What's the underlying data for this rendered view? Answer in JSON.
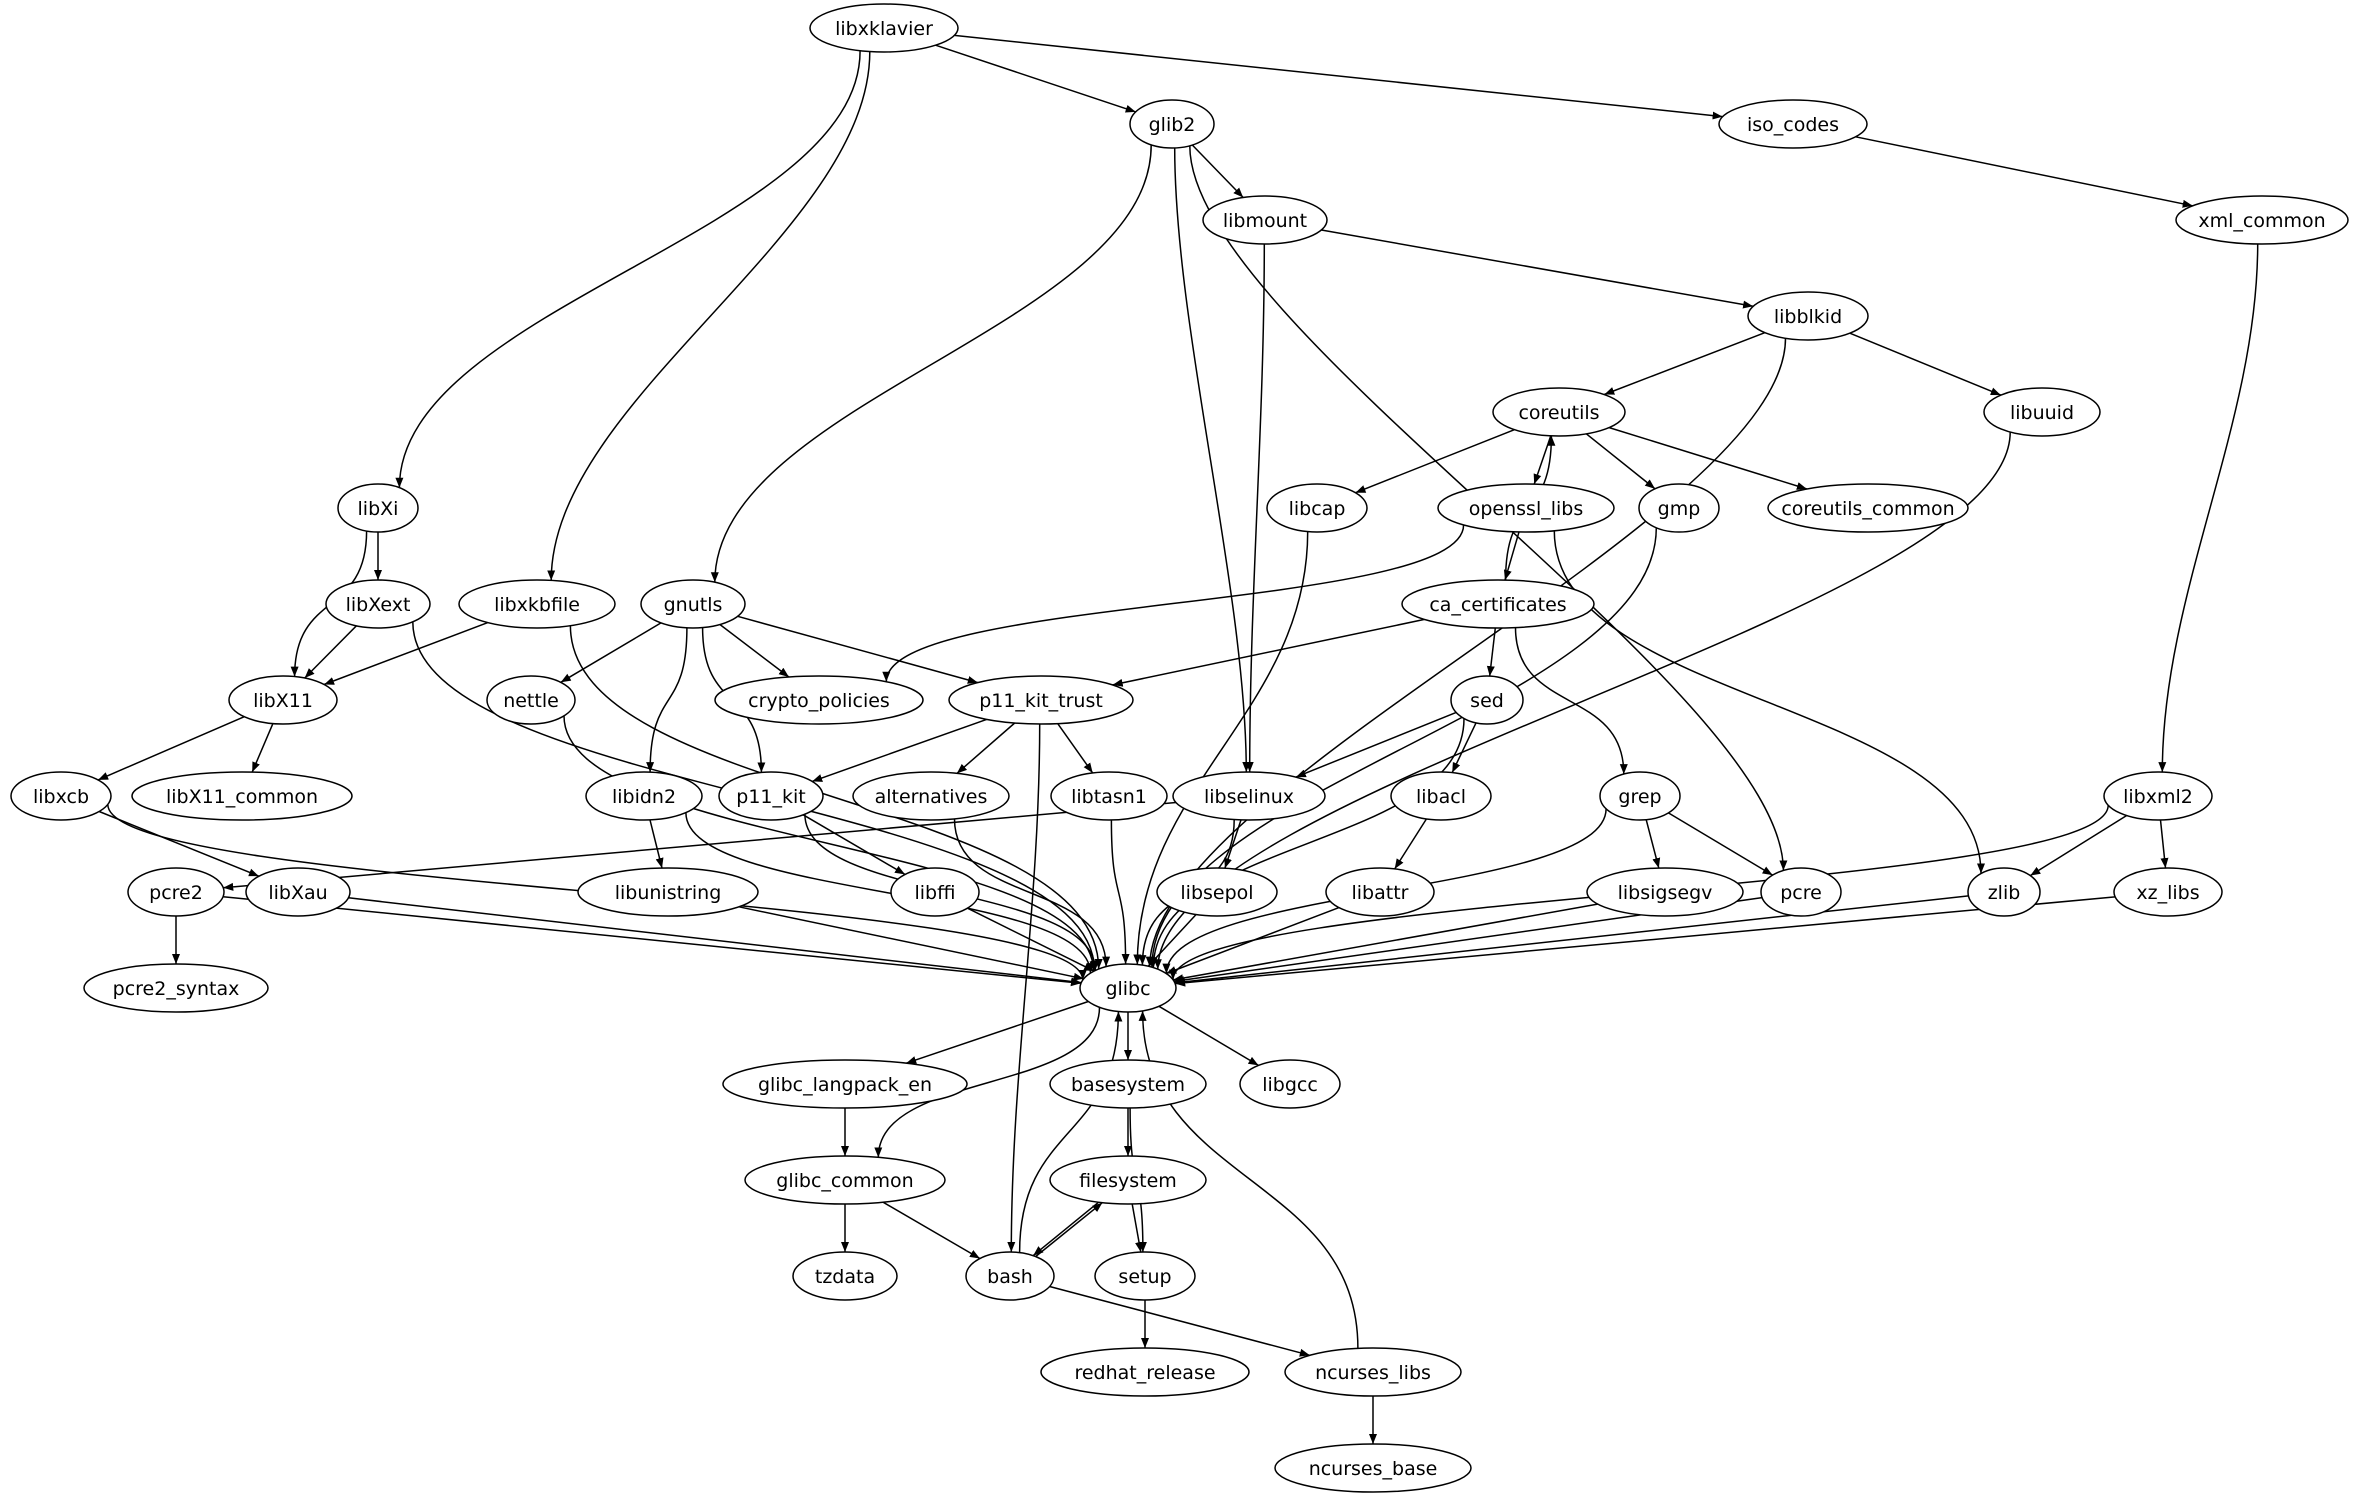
{
  "graph": {
    "nodes": [
      {
        "id": "libxklavier",
        "label": "libxklavier"
      },
      {
        "id": "glib2",
        "label": "glib2"
      },
      {
        "id": "iso_codes",
        "label": "iso_codes"
      },
      {
        "id": "libmount",
        "label": "libmount"
      },
      {
        "id": "xml_common",
        "label": "xml_common"
      },
      {
        "id": "libblkid",
        "label": "libblkid"
      },
      {
        "id": "coreutils",
        "label": "coreutils"
      },
      {
        "id": "libuuid",
        "label": "libuuid"
      },
      {
        "id": "libXi",
        "label": "libXi"
      },
      {
        "id": "libcap",
        "label": "libcap"
      },
      {
        "id": "openssl_libs",
        "label": "openssl_libs"
      },
      {
        "id": "gmp",
        "label": "gmp"
      },
      {
        "id": "coreutils_common",
        "label": "coreutils_common"
      },
      {
        "id": "libXext",
        "label": "libXext"
      },
      {
        "id": "libxkbfile",
        "label": "libxkbfile"
      },
      {
        "id": "gnutls",
        "label": "gnutls"
      },
      {
        "id": "ca_certificates",
        "label": "ca_certificates"
      },
      {
        "id": "libX11",
        "label": "libX11"
      },
      {
        "id": "nettle",
        "label": "nettle"
      },
      {
        "id": "crypto_policies",
        "label": "crypto_policies"
      },
      {
        "id": "p11_kit_trust",
        "label": "p11_kit_trust"
      },
      {
        "id": "sed",
        "label": "sed"
      },
      {
        "id": "libxcb",
        "label": "libxcb"
      },
      {
        "id": "libX11_common",
        "label": "libX11_common"
      },
      {
        "id": "libidn2",
        "label": "libidn2"
      },
      {
        "id": "p11_kit",
        "label": "p11_kit"
      },
      {
        "id": "alternatives",
        "label": "alternatives"
      },
      {
        "id": "libtasn1",
        "label": "libtasn1"
      },
      {
        "id": "libselinux",
        "label": "libselinux"
      },
      {
        "id": "libacl",
        "label": "libacl"
      },
      {
        "id": "grep",
        "label": "grep"
      },
      {
        "id": "libxml2",
        "label": "libxml2"
      },
      {
        "id": "pcre2",
        "label": "pcre2"
      },
      {
        "id": "libXau",
        "label": "libXau"
      },
      {
        "id": "libunistring",
        "label": "libunistring"
      },
      {
        "id": "libffi",
        "label": "libffi"
      },
      {
        "id": "libsepol",
        "label": "libsepol"
      },
      {
        "id": "libattr",
        "label": "libattr"
      },
      {
        "id": "libsigsegv",
        "label": "libsigsegv"
      },
      {
        "id": "pcre",
        "label": "pcre"
      },
      {
        "id": "zlib",
        "label": "zlib"
      },
      {
        "id": "xz_libs",
        "label": "xz_libs"
      },
      {
        "id": "pcre2_syntax",
        "label": "pcre2_syntax"
      },
      {
        "id": "glibc",
        "label": "glibc"
      },
      {
        "id": "glibc_langpack_en",
        "label": "glibc_langpack_en"
      },
      {
        "id": "basesystem",
        "label": "basesystem"
      },
      {
        "id": "libgcc",
        "label": "libgcc"
      },
      {
        "id": "glibc_common",
        "label": "glibc_common"
      },
      {
        "id": "filesystem",
        "label": "filesystem"
      },
      {
        "id": "tzdata",
        "label": "tzdata"
      },
      {
        "id": "bash",
        "label": "bash"
      },
      {
        "id": "setup",
        "label": "setup"
      },
      {
        "id": "redhat_release",
        "label": "redhat_release"
      },
      {
        "id": "ncurses_libs",
        "label": "ncurses_libs"
      },
      {
        "id": "ncurses_base",
        "label": "ncurses_base"
      }
    ],
    "edges": [
      [
        "libxklavier",
        "glib2"
      ],
      [
        "libxklavier",
        "iso_codes"
      ],
      [
        "libxklavier",
        "libXi"
      ],
      [
        "libxklavier",
        "libxkbfile"
      ],
      [
        "glib2",
        "libmount"
      ],
      [
        "glib2",
        "gnutls"
      ],
      [
        "glib2",
        "libselinux"
      ],
      [
        "glib2",
        "pcre"
      ],
      [
        "iso_codes",
        "xml_common"
      ],
      [
        "libmount",
        "libblkid"
      ],
      [
        "libmount",
        "libselinux"
      ],
      [
        "xml_common",
        "libxml2"
      ],
      [
        "libblkid",
        "coreutils"
      ],
      [
        "libblkid",
        "libuuid"
      ],
      [
        "libblkid",
        "glibc"
      ],
      [
        "coreutils",
        "libcap"
      ],
      [
        "coreutils",
        "openssl_libs"
      ],
      [
        "coreutils",
        "gmp"
      ],
      [
        "coreutils",
        "coreutils_common"
      ],
      [
        "libuuid",
        "glibc"
      ],
      [
        "libXi",
        "libXext"
      ],
      [
        "libXi",
        "libX11"
      ],
      [
        "libcap",
        "glibc"
      ],
      [
        "openssl_libs",
        "ca_certificates"
      ],
      [
        "openssl_libs",
        "crypto_policies"
      ],
      [
        "openssl_libs",
        "zlib"
      ],
      [
        "gmp",
        "glibc"
      ],
      [
        "libXext",
        "libX11"
      ],
      [
        "libXext",
        "glibc"
      ],
      [
        "libxkbfile",
        "libX11"
      ],
      [
        "libxkbfile",
        "glibc"
      ],
      [
        "gnutls",
        "nettle"
      ],
      [
        "gnutls",
        "crypto_policies"
      ],
      [
        "gnutls",
        "p11_kit_trust"
      ],
      [
        "gnutls",
        "libidn2"
      ],
      [
        "gnutls",
        "p11_kit"
      ],
      [
        "ca_certificates",
        "coreutils"
      ],
      [
        "ca_certificates",
        "p11_kit_trust"
      ],
      [
        "ca_certificates",
        "sed"
      ],
      [
        "ca_certificates",
        "grep"
      ],
      [
        "libX11",
        "libxcb"
      ],
      [
        "libX11",
        "libX11_common"
      ],
      [
        "nettle",
        "glibc"
      ],
      [
        "p11_kit_trust",
        "p11_kit"
      ],
      [
        "p11_kit_trust",
        "alternatives"
      ],
      [
        "p11_kit_trust",
        "libtasn1"
      ],
      [
        "p11_kit_trust",
        "bash"
      ],
      [
        "sed",
        "libselinux"
      ],
      [
        "sed",
        "libacl"
      ],
      [
        "sed",
        "glibc"
      ],
      [
        "libxcb",
        "libXau"
      ],
      [
        "libxcb",
        "glibc"
      ],
      [
        "libidn2",
        "libunistring"
      ],
      [
        "libidn2",
        "glibc"
      ],
      [
        "p11_kit",
        "libffi"
      ],
      [
        "p11_kit",
        "glibc"
      ],
      [
        "alternatives",
        "glibc"
      ],
      [
        "libtasn1",
        "glibc"
      ],
      [
        "libselinux",
        "pcre2"
      ],
      [
        "libselinux",
        "libsepol"
      ],
      [
        "libselinux",
        "glibc"
      ],
      [
        "libacl",
        "libattr"
      ],
      [
        "grep",
        "libsigsegv"
      ],
      [
        "grep",
        "pcre"
      ],
      [
        "grep",
        "glibc"
      ],
      [
        "libxml2",
        "zlib"
      ],
      [
        "libxml2",
        "xz_libs"
      ],
      [
        "libxml2",
        "glibc"
      ],
      [
        "pcre2",
        "pcre2_syntax"
      ],
      [
        "pcre2",
        "glibc"
      ],
      [
        "libXau",
        "glibc"
      ],
      [
        "libunistring",
        "glibc"
      ],
      [
        "libffi",
        "glibc"
      ],
      [
        "libsepol",
        "glibc"
      ],
      [
        "libattr",
        "glibc"
      ],
      [
        "libsigsegv",
        "glibc"
      ],
      [
        "pcre",
        "glibc"
      ],
      [
        "zlib",
        "glibc"
      ],
      [
        "xz_libs",
        "glibc"
      ],
      [
        "glibc",
        "glibc_langpack_en"
      ],
      [
        "glibc",
        "basesystem"
      ],
      [
        "glibc",
        "libgcc"
      ],
      [
        "glibc",
        "glibc_common"
      ],
      [
        "glibc_langpack_en",
        "glibc_common"
      ],
      [
        "basesystem",
        "filesystem"
      ],
      [
        "basesystem",
        "setup"
      ],
      [
        "glibc_common",
        "tzdata"
      ],
      [
        "glibc_common",
        "bash"
      ],
      [
        "filesystem",
        "bash"
      ],
      [
        "filesystem",
        "setup"
      ],
      [
        "bash",
        "filesystem"
      ],
      [
        "bash",
        "glibc"
      ],
      [
        "bash",
        "ncurses_libs"
      ],
      [
        "setup",
        "redhat_release"
      ],
      [
        "ncurses_libs",
        "ncurses_base"
      ],
      [
        "ncurses_libs",
        "glibc"
      ]
    ]
  }
}
